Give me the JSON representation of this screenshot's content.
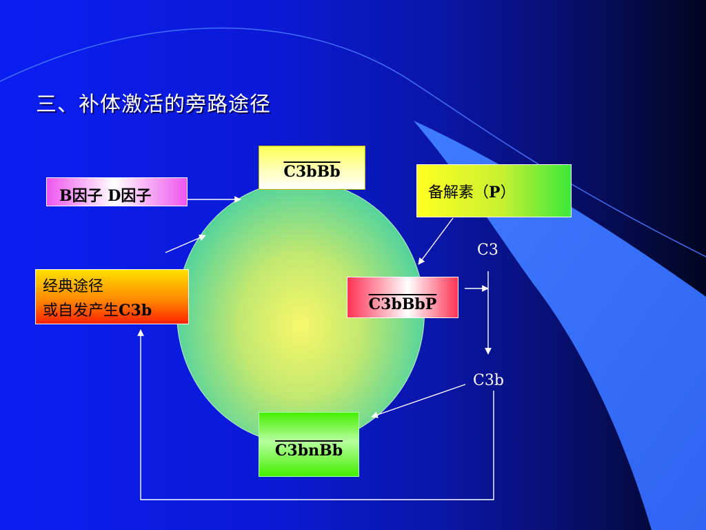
{
  "title": "三、补体激活的旁路途径",
  "nodes": {
    "c3bbb_top": "C3bBb",
    "factors": "B因子  D因子",
    "properdin_text": "备解素（",
    "properdin_symbol": "P",
    "properdin_close": "）",
    "classical_line1": "经典途径",
    "classical_line2_text": "或自发产生",
    "classical_line2_symbol": "C3b",
    "c3bbbp": "C3bBbP",
    "c3bnbb": "C3bnBb",
    "c3": "C3",
    "c3b": "C3b"
  },
  "colors": {
    "background": "#0a1ef2",
    "connector": "#ffffff",
    "text_white": "#ffffff"
  }
}
